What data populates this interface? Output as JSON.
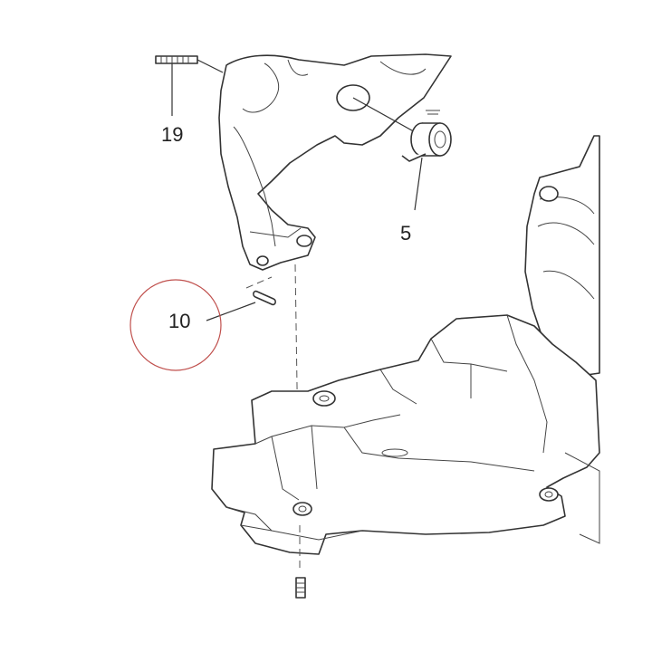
{
  "callouts": {
    "part_19": "19",
    "part_5": "5",
    "part_10": "10"
  },
  "highlight": {
    "target_label": "10",
    "color": "#c0504d"
  },
  "colors": {
    "line": "#333333",
    "background": "#ffffff"
  }
}
